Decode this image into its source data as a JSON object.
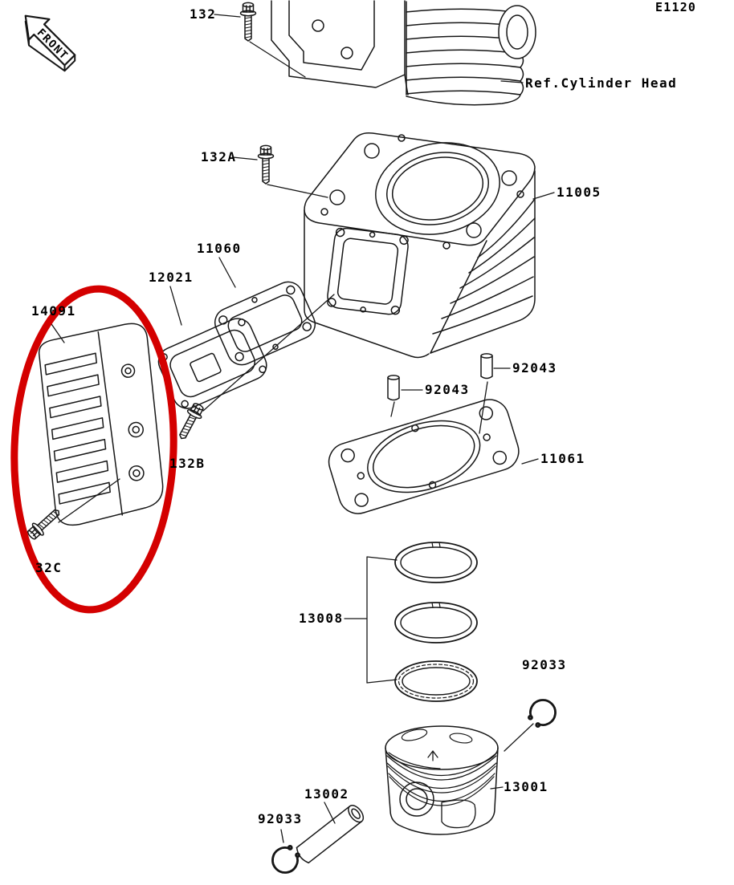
{
  "meta": {
    "drawing_code": "E1120",
    "front_marker": "FRONT"
  },
  "highlight": {
    "color": "#d40000",
    "highlighted_part": "14091"
  },
  "labels": {
    "l132": "132",
    "l132a": "132A",
    "l132b": "132B",
    "l132c": "32C",
    "ref_cylinder_head": "Ref.Cylinder Head",
    "l11005": "11005",
    "l11060": "11060",
    "l12021": "12021",
    "l14091": "14091",
    "l92043_left": "92043",
    "l92043_right": "92043",
    "l11061": "11061",
    "l13008": "13008",
    "l92033_upper": "92033",
    "l13001": "13001",
    "l13002": "13002",
    "l92033_lower": "92033"
  }
}
